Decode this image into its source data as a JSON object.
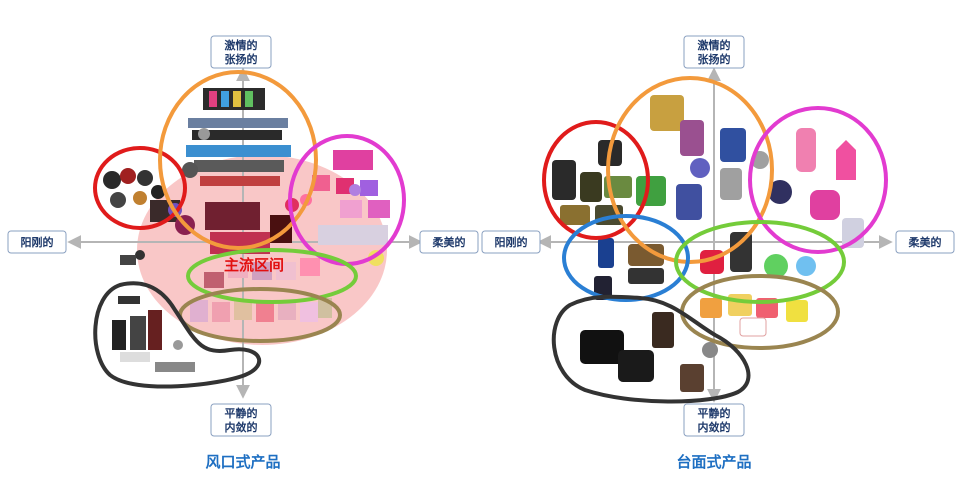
{
  "colors": {
    "axis": "#b5b5b5",
    "label_border": "#8aa0c0",
    "label_text": "#1f3a6b",
    "caption": "#1e6fc2",
    "red": "#e01b1b",
    "orange": "#f39a3c",
    "magenta": "#e23bd0",
    "green": "#74cc3a",
    "olive": "#9a8550",
    "black": "#333333",
    "blue": "#2a7fd4",
    "mainstream_zone": "#f7b4b4",
    "mainstream_text": "#e21010"
  },
  "left_chart": {
    "top_label": [
      "激情的",
      "张扬的"
    ],
    "bottom_label": [
      "平静的",
      "内敛的"
    ],
    "left_label": "阳刚的",
    "right_label": "柔美的",
    "zone_label": "主流区间",
    "caption": "风口式产品"
  },
  "right_chart": {
    "top_label": [
      "激情的",
      "张扬的"
    ],
    "bottom_label": [
      "平静的",
      "内敛的"
    ],
    "left_label": "阳刚的",
    "right_label": "柔美的",
    "caption": "台面式产品"
  }
}
